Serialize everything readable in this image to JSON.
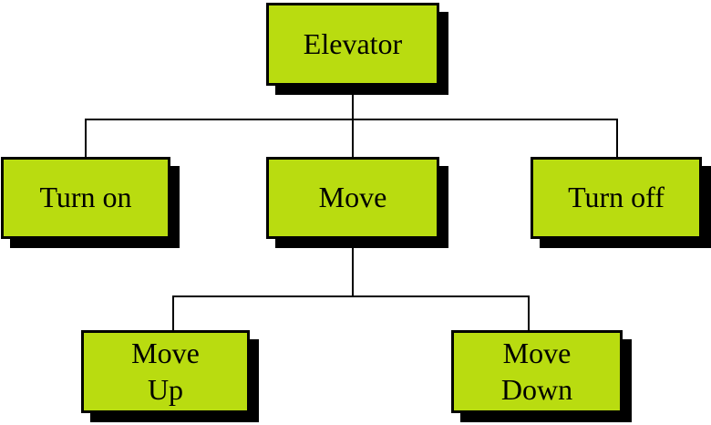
{
  "colors": {
    "background": "#ffffff",
    "node_fill": "#b9dc10",
    "node_border": "#000000",
    "shadow": "#000000",
    "connector": "#000000"
  },
  "nodes": {
    "elevator": {
      "label": "Elevator",
      "lines": [
        "Elevator"
      ]
    },
    "turn_on": {
      "label": "Turn on",
      "lines": [
        "Turn on"
      ]
    },
    "move": {
      "label": "Move",
      "lines": [
        "Move"
      ]
    },
    "turn_off": {
      "label": "Turn off",
      "lines": [
        "Turn off"
      ]
    },
    "move_up": {
      "label": "Move Up",
      "lines": [
        "Move",
        "Up"
      ]
    },
    "move_down": {
      "label": "Move Down",
      "lines": [
        "Move",
        "Down"
      ]
    }
  },
  "hierarchy": {
    "root": "Elevator",
    "children": {
      "Elevator": [
        "Turn on",
        "Move",
        "Turn off"
      ],
      "Move": [
        "Move Up",
        "Move Down"
      ]
    }
  }
}
